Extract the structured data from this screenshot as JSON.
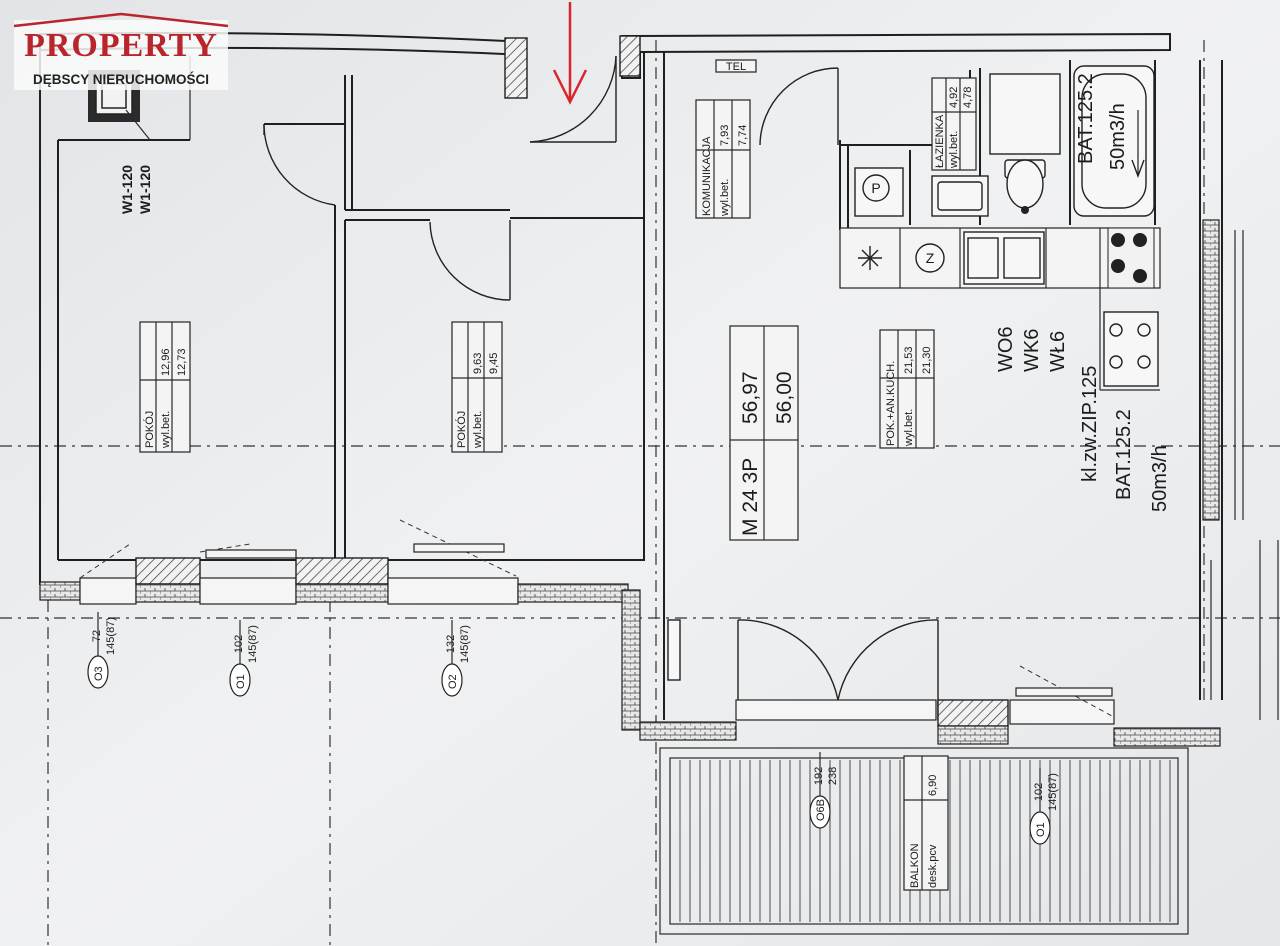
{
  "logo": {
    "name": "PROPERTY",
    "subtitle": "DĘBSCY NIERUCHOMOŚCI",
    "brand_color": "#b8252c"
  },
  "entry_arrow_color": "#d8242b",
  "unit": {
    "code": "M 24 3P",
    "area_gross": "56,97",
    "area_net": "56,00"
  },
  "rooms": {
    "pokoj_left": {
      "name": "POKÓJ",
      "finish": "wyl.bet.",
      "area_1": "12,96",
      "area_2": "12,73"
    },
    "pokoj_mid": {
      "name": "POKÓJ",
      "finish": "wyl.bet.",
      "area_1": "9,63",
      "area_2": "9,45"
    },
    "komunikacja": {
      "name": "KOMUNIKACJA",
      "finish": "wyl.bet.",
      "area_1": "7,93",
      "area_2": "7,74"
    },
    "lazienka": {
      "name": "ŁAZIENKA",
      "finish": "wyl.bet.",
      "area_1": "4,92",
      "area_2": "4,78"
    },
    "pok_kuch": {
      "name": "POK.+AN.KUCH.",
      "finish": "wyl.bet.",
      "area_1": "21,53",
      "area_2": "21,30"
    },
    "balkon": {
      "name": "BALKON",
      "finish": "desk.pcv",
      "area_1": "6,90"
    }
  },
  "annotations": {
    "bathroom_vent_1": "BAT.125.2",
    "bathroom_vent_2": "50m3/h",
    "kitchen_vent_1": "kl.zw.ZIP.125",
    "kitchen_vent_2": "BAT.125.2",
    "kitchen_vent_3": "50m3/h",
    "media_1": "WO6",
    "media_2": "WK6",
    "media_3": "WŁ6",
    "tel": "TEL",
    "window_w1_a": "W1-120",
    "window_w1_b": "W1-120",
    "symbol_p": "P",
    "symbol_z": "Z"
  },
  "windows": [
    {
      "mark": "O3",
      "dim_1": "72",
      "dim_2": "145(87)"
    },
    {
      "mark": "O1",
      "dim_1": "102",
      "dim_2": "145(87)"
    },
    {
      "mark": "O2",
      "dim_1": "132",
      "dim_2": "145(87)"
    },
    {
      "mark": "O6B",
      "dim_1": "192",
      "dim_2": "238"
    },
    {
      "mark": "O1",
      "dim_1": "102",
      "dim_2": "145(87)"
    }
  ]
}
